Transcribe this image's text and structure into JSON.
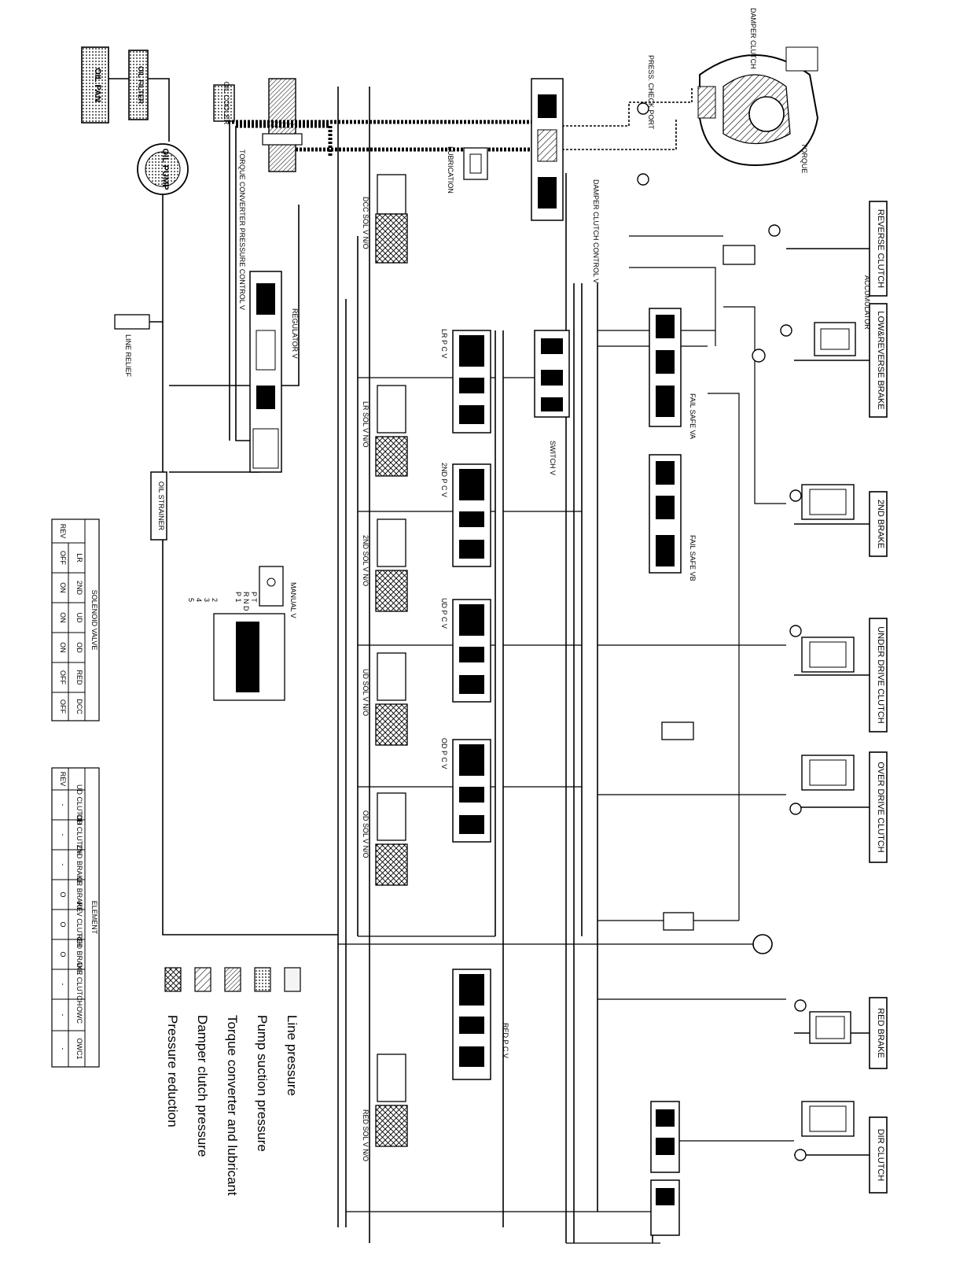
{
  "diagram": {
    "components": {
      "oil_pan": "OIL PAN",
      "oil_filter": "OIL FILTER",
      "oil_pump": "OIL PUMP",
      "oil_cooler": "OIL COOLER",
      "tc_pressure_control": "TORQUE CONVERTER PRESSURE CONTROL V",
      "damper_clutch": "DAMPER CLUTCH",
      "torque": "TORQUE",
      "damper_clutch_control": "DAMPER CLUTCH CONTROL V",
      "lubrication": "LUBRICATION",
      "dcc_sol": "DCC SOL V N/O",
      "regulator": "REGULATOR V",
      "line_relief": "LINE RELIEF",
      "oil_strainer": "OIL STRAINER",
      "lr_pcv": "LR P C V",
      "lr_sol": "LR SOL V N/O",
      "switch_v": "SWITCH V",
      "fail_safe_va": "FAIL SAFE VA",
      "fail_safe_vb": "FAIL SAFE VB",
      "second_pcv": "2ND P C V",
      "second_sol": "2ND SOL V N/O",
      "ud_pcv": "UD P C V",
      "ud_sol": "UD SOL V N/O",
      "od_pcv": "OD P C V",
      "od_sol": "OD SOL V N/O",
      "red_pcv": "RED P C V",
      "red_sol": "RED SOL V N/O",
      "manual_v": "MANUAL V",
      "press_check_port": "PRESS. CHECK PORT",
      "accumulator": "ACCUMULATOR"
    },
    "manual_positions": [
      "P T",
      "R N D",
      "P 1",
      "2",
      "3",
      "4",
      "5"
    ],
    "clutch_labels": [
      "REVERSE CLUTCH",
      "LOW&REVERSE BRAKE",
      "2ND BRAKE",
      "UNDER DRIVE CLUTCH",
      "OVER DRIVE CLUTCH",
      "RED BRAKE",
      "DIR CLUTCH"
    ],
    "legend": [
      {
        "label": "Line pressure",
        "pattern": "plain"
      },
      {
        "label": "Pump suction pressure",
        "pattern": "dots"
      },
      {
        "label": "Torque converter and lubricant",
        "pattern": "hatch-fine"
      },
      {
        "label": "Damper clutch pressure",
        "pattern": "hatch"
      },
      {
        "label": "Pressure reduction",
        "pattern": "cross"
      }
    ]
  },
  "solenoid_table": {
    "title": "SOLENOID VALVE",
    "headers": [
      "",
      "LR",
      "2ND",
      "UD",
      "OD",
      "RED",
      "DCC"
    ],
    "rows": [
      [
        "REV",
        "OFF",
        "ON",
        "ON",
        "ON",
        "OFF",
        "OFF"
      ]
    ]
  },
  "element_table": {
    "title": "ELEMENT",
    "headers": [
      "",
      "UD CLUTCH",
      "OD CLUTCH",
      "2ND BRAKE",
      "LR BRAKE",
      "REV CLUTCH",
      "RED BRAKE",
      "DIR CLUTCH",
      "OWC",
      "OWC1"
    ],
    "rows": [
      [
        "REV",
        "-",
        "-",
        "-",
        "O",
        "O",
        "O",
        "-",
        "-",
        "-"
      ]
    ]
  }
}
